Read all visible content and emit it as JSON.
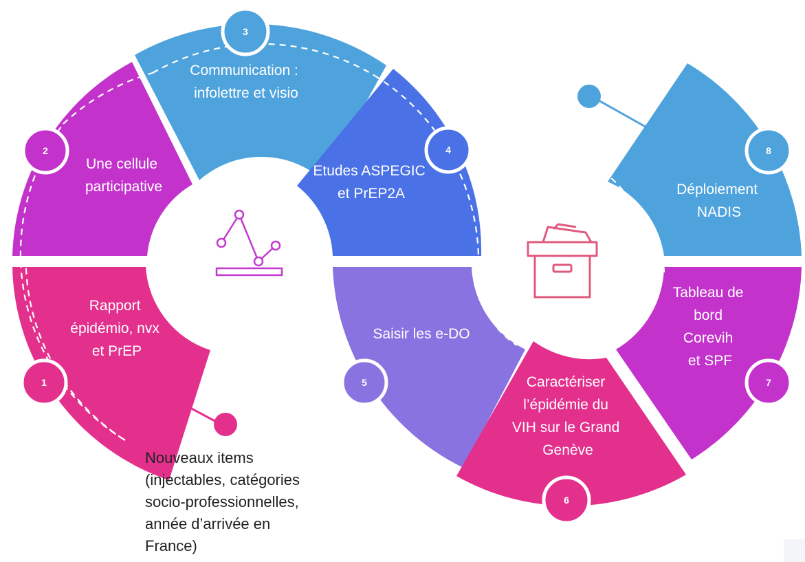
{
  "colors": {
    "magenta": "#e3308d",
    "purple": "#c333cc",
    "sky": "#4fa3dd",
    "royal": "#4a72e6",
    "lavender": "#8873e0",
    "pink_icon": "#e05a7e",
    "purple_icon": "#c23ad0"
  },
  "segments": [
    {
      "number": "1",
      "lines": [
        "Rapport",
        "épidémio, nvx",
        "et PrEP"
      ]
    },
    {
      "number": "2",
      "lines": [
        "Une cellule",
        "participative"
      ]
    },
    {
      "number": "3",
      "lines": [
        "Communication :",
        "infolettre et visio"
      ]
    },
    {
      "number": "4",
      "lines": [
        "Etudes ASPEGIC",
        "et PrEP2A"
      ]
    },
    {
      "number": "5",
      "lines": [
        "Saisir les e-DO"
      ]
    },
    {
      "number": "6",
      "lines": [
        "Caractériser",
        "l’épidémie du",
        "VIH sur le Grand",
        "Genève"
      ]
    },
    {
      "number": "7",
      "lines": [
        "Tableau de",
        "bord",
        "Corevih",
        "et SPF"
      ]
    },
    {
      "number": "8",
      "lines": [
        "Déploiement",
        "NADIS"
      ]
    }
  ],
  "note": {
    "lines": [
      "Nouveaux items",
      "(injectables, catégories",
      "socio-professionnelles,",
      "année d’arrivée en",
      "France)"
    ]
  },
  "icons": {
    "left": "line-chart-icon",
    "right": "archive-box-icon",
    "pin_left": "pin-icon",
    "pin_right": "pin-icon"
  }
}
